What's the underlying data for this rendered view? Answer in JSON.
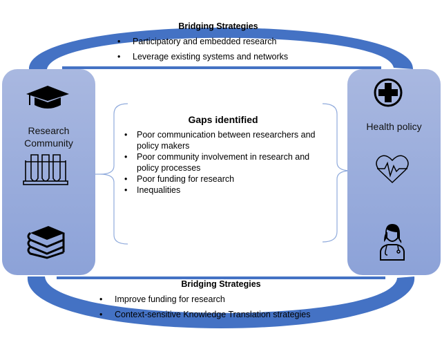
{
  "colors": {
    "arc": "#4472c4",
    "panel_top": "#a9b8e0",
    "panel_bottom": "#8ca2d8",
    "bracket": "#8faadc"
  },
  "top_strategies": {
    "title": "Bridging Strategies",
    "items": [
      "Participatory and embedded  research",
      "Leverage existing systems and networks"
    ]
  },
  "bottom_strategies": {
    "title": "Bridging Strategies",
    "items": [
      "Improve funding for research",
      "Context-sensitive Knowledge Translation strategies"
    ]
  },
  "left_panel": {
    "label_line1": "Research",
    "label_line2": "Community",
    "icons": [
      "graduation-cap-icon",
      "test-tubes-icon",
      "books-icon"
    ]
  },
  "right_panel": {
    "label": "Health policy",
    "icons": [
      "medical-cross-icon",
      "heartbeat-icon",
      "doctor-icon"
    ]
  },
  "gaps": {
    "title": "Gaps identified",
    "items": [
      "Poor communication between researchers and policy makers",
      "Poor community involvement in research and policy processes",
      "Poor funding for research",
      "Inequalities"
    ]
  }
}
